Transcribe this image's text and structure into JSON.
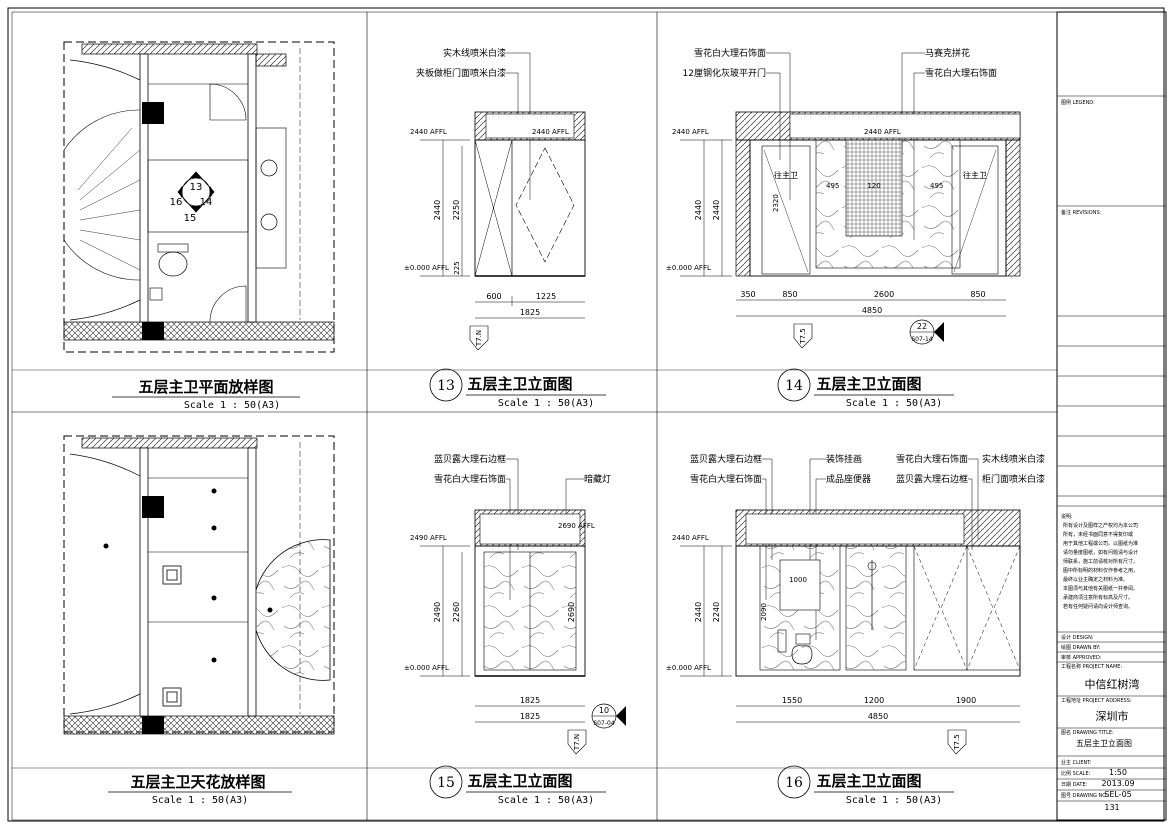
{
  "panels": {
    "p1": {
      "title": "五层主卫平面放样图",
      "scale": "Scale 1 : 50(A3)",
      "labels": [
        "13",
        "16",
        "14",
        "15"
      ]
    },
    "p2": {
      "num": "13",
      "title": "五层主卫立面图",
      "scale": "Scale 1 : 50(A3)",
      "callouts": [
        "实木线喷米白漆",
        "夹板做柜门面喷米白漆"
      ],
      "levels": [
        "2440 AFFL",
        "±0.000 AFFL"
      ],
      "inner": "2440 AFFL",
      "dims_v": [
        "2440",
        "2250",
        "225"
      ],
      "dims_h": [
        "600",
        "1225",
        "1825"
      ],
      "tag": "T7.N"
    },
    "p3": {
      "num": "14",
      "title": "五层主卫立面图",
      "scale": "Scale 1 : 50(A3)",
      "callouts_left": [
        "雪花白大理石饰面",
        "12厘钢化灰玻平开门"
      ],
      "callouts_right": [
        "马赛克拼花",
        "雪花白大理石饰面"
      ],
      "levels": [
        "2440 AFFL",
        "±0.000 AFFL"
      ],
      "inner": "2440 AFFL",
      "dims_v": [
        "2440",
        "2440"
      ],
      "dims_h": [
        "350",
        "850",
        "2600",
        "850",
        "4850"
      ],
      "heights": [
        "2320",
        "495",
        "120",
        "495"
      ],
      "doors": [
        "往主卫",
        "往主卫"
      ],
      "tag": "T7.5",
      "bubble": {
        "top": "22",
        "bottom": "S07-14"
      }
    },
    "p4": {
      "title": "五层主卫天花放样图",
      "scale": "Scale 1 : 50(A3)"
    },
    "p5": {
      "num": "15",
      "title": "五层主卫立面图",
      "scale": "Scale 1 : 50(A3)",
      "callouts": [
        "蓝贝露大理石边框",
        "雪花白大理石饰面"
      ],
      "callout_r": "暗藏灯",
      "levels": [
        "2490 AFFL",
        "±0.000 AFFL"
      ],
      "inner": "2690 AFFL",
      "dims_v": [
        "2490",
        "2260",
        "2690"
      ],
      "dims_h": [
        "1825",
        "1825"
      ],
      "tag": "T7.N",
      "bubble": {
        "top": "10",
        "bottom": "S07-04"
      }
    },
    "p6": {
      "num": "16",
      "title": "五层主卫立面图",
      "scale": "Scale 1 : 50(A3)",
      "callouts_a": [
        "蓝贝露大理石边框",
        "雪花白大理石饰面"
      ],
      "callouts_b": [
        "装饰挂画",
        "成品座便器"
      ],
      "callouts_c": [
        "雪花白大理石饰面",
        "蓝贝露大理石边框"
      ],
      "callouts_d": [
        "实木线喷米白漆",
        "柜门面喷米白漆"
      ],
      "levels": [
        "2440 AFFL",
        "±0.000 AFFL"
      ],
      "dims_v": [
        "2440",
        "2240",
        "2090"
      ],
      "dims_h": [
        "1550",
        "1200",
        "1900",
        "4850"
      ],
      "heights": [
        "1000"
      ],
      "tag": "T7.5"
    }
  },
  "titleblock": {
    "legend": "图例 LEGEND:",
    "revisions": "备注 REVISIONS:",
    "notes": [
      "说明:",
      "所有设计及图样之产权均为本公司",
      "所有，未经书面同意不得复印或",
      "用于其他工程或公司。以图纸为准",
      "请勿量度图纸，如有问题请与设计",
      "师联系，施工前请核对所有尺寸。",
      "图中所标明的材料仅作参考之用，",
      "最终以业主确定之材料为准。",
      "本图须与其他有关图纸一并参阅。",
      "承建商须注意所有标高及尺寸。",
      "若有任何疑问请向设计师查询。"
    ],
    "design": "设计 DESIGN:",
    "drawn": "绘图 DRAWN BY:",
    "approved": "审核 APPROVED:",
    "project_label": "工程名称 PROJECT NAME:",
    "project": "中信红树湾",
    "address_label": "工程地址 PROJECT ADDRESS:",
    "address": "深圳市",
    "title_label": "图名 DRAWING TITLE:",
    "title": "五层主卫立面图",
    "client_label": "业主 CLIENT:",
    "scale_label": "比例 SCALE:",
    "scale": "1:50",
    "date_label": "日期 DATE:",
    "date": "2013.09",
    "no_label": "图号 DRAWING NO.:",
    "no": "SEL-05",
    "page": "131"
  }
}
